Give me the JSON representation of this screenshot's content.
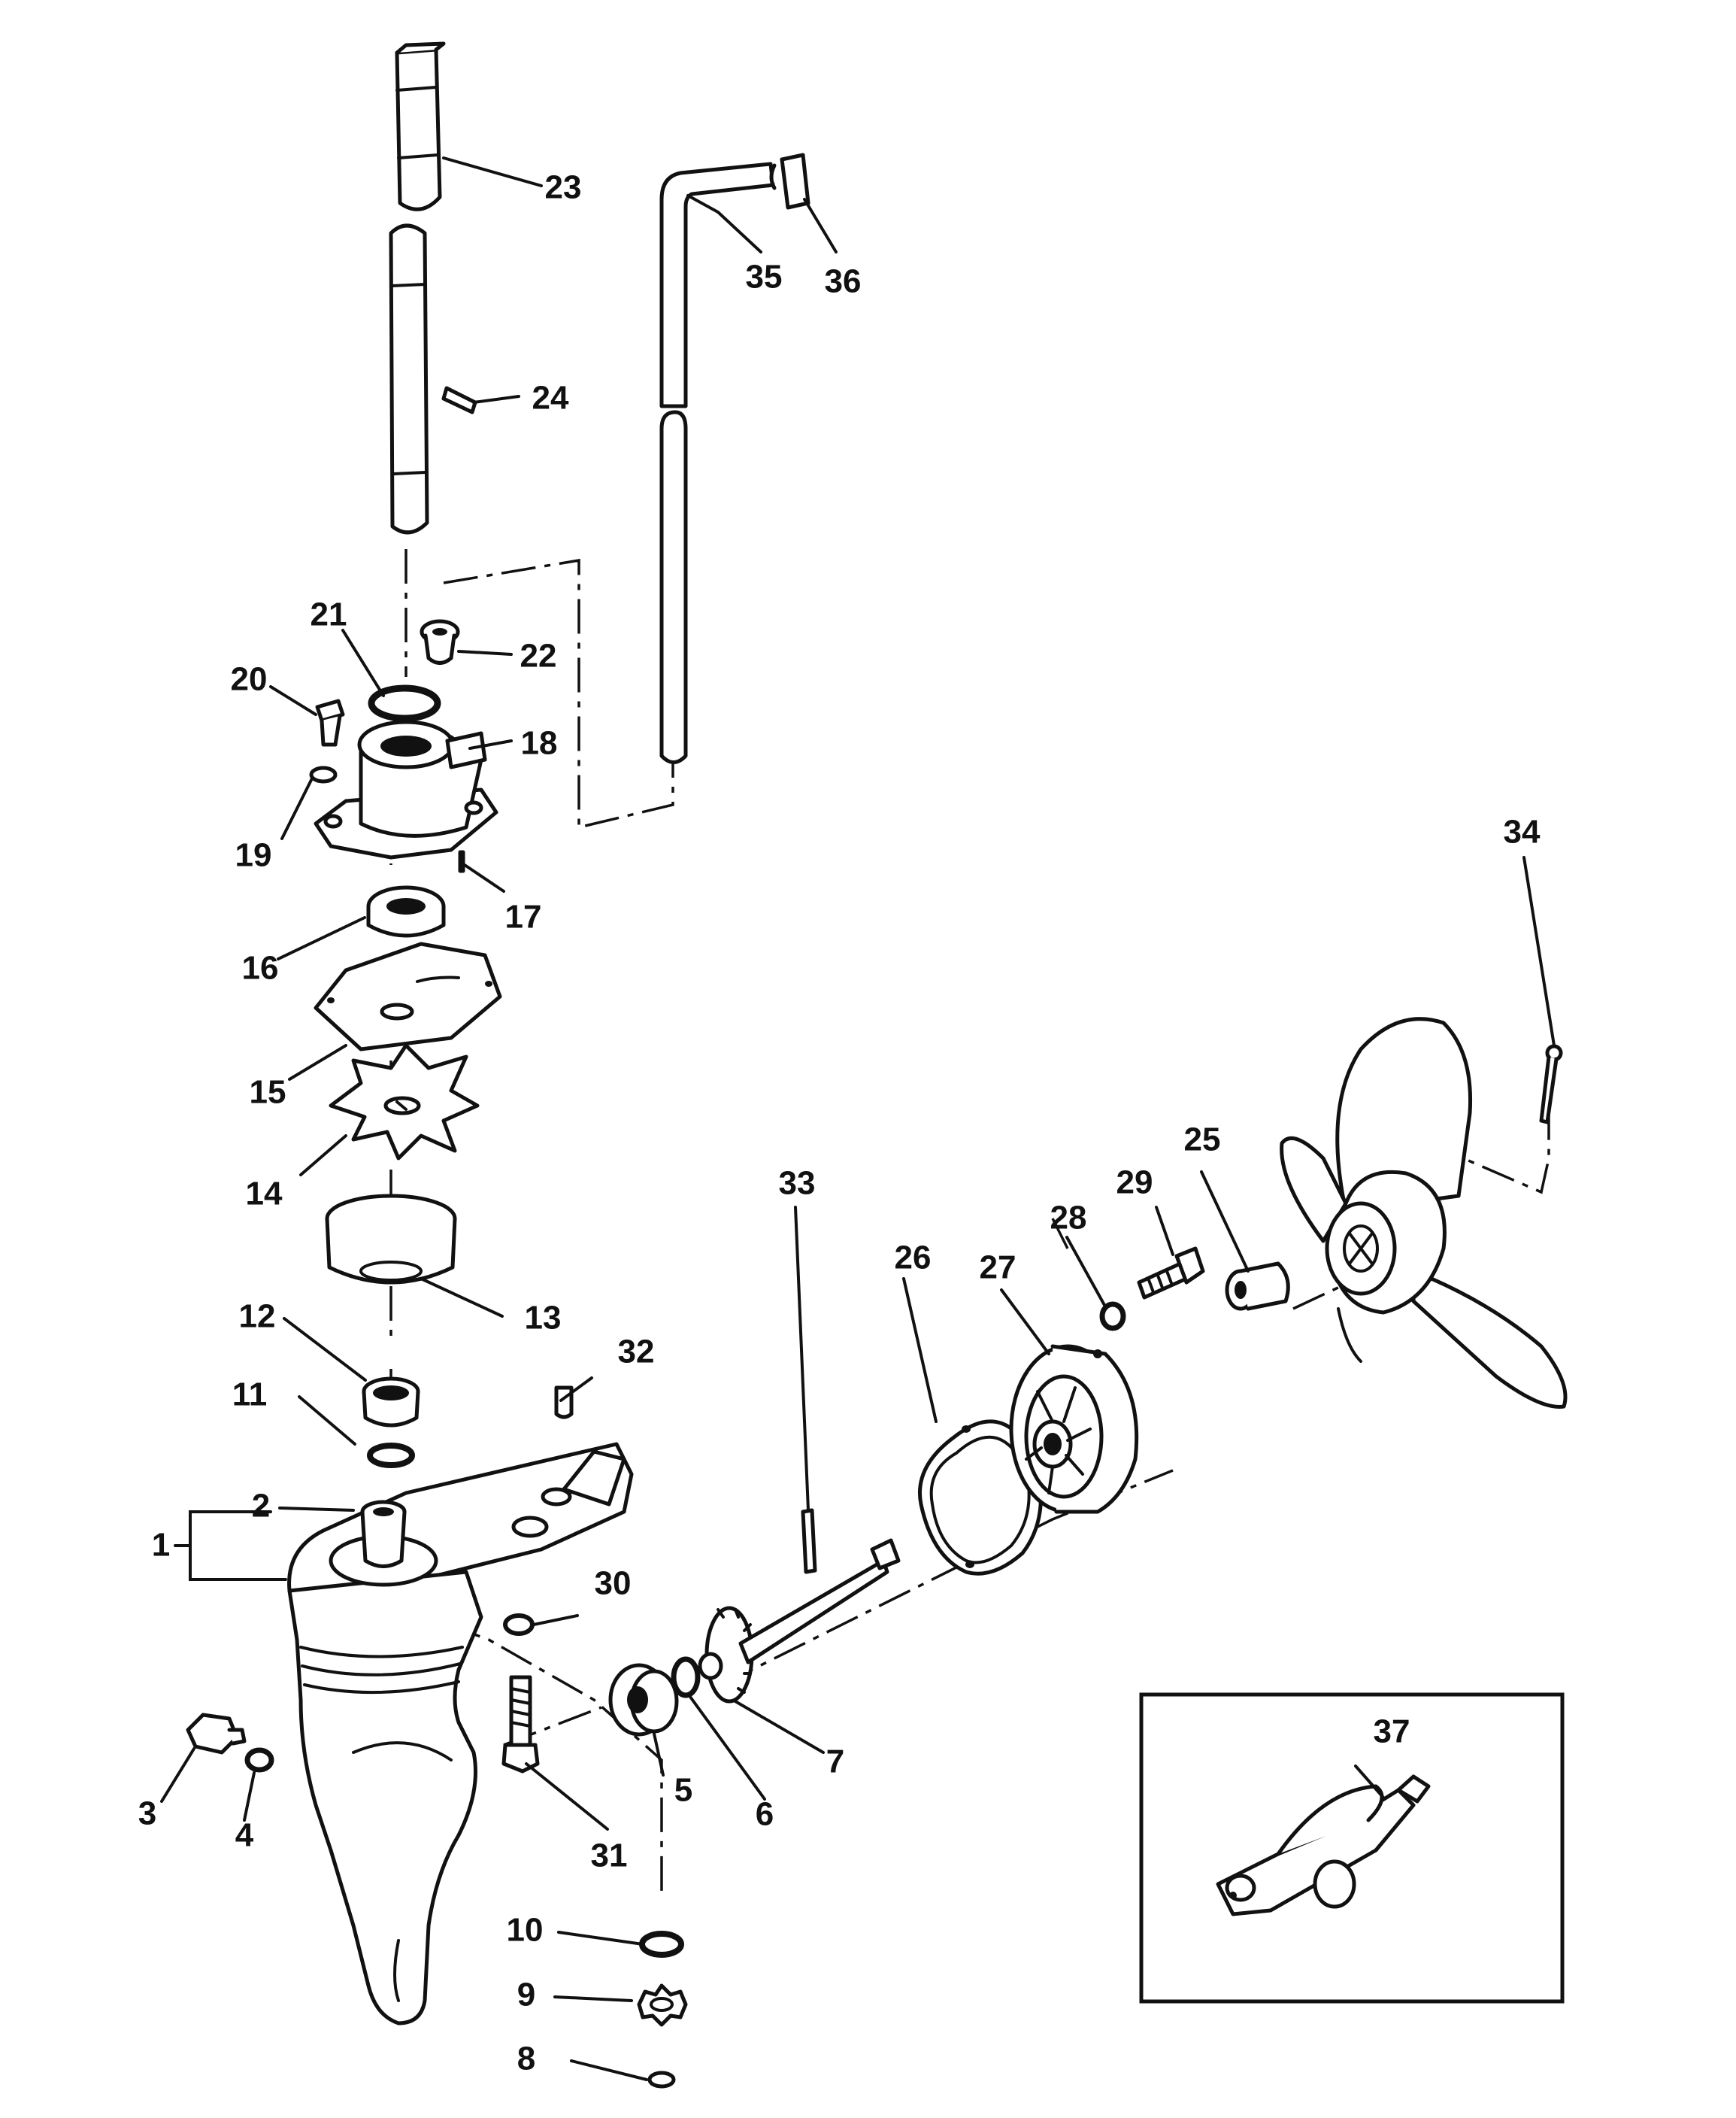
{
  "diagram": {
    "callouts": [
      "1",
      "2",
      "3",
      "4",
      "5",
      "6",
      "7",
      "8",
      "9",
      "10",
      "11",
      "12",
      "13",
      "14",
      "15",
      "16",
      "17",
      "18",
      "19",
      "20",
      "21",
      "22",
      "23",
      "24",
      "25",
      "26",
      "27",
      "28",
      "29",
      "30",
      "31",
      "32",
      "33",
      "34",
      "35",
      "36",
      "37"
    ]
  }
}
